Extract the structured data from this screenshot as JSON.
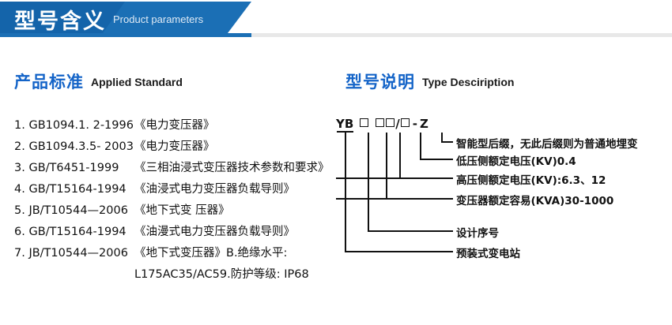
{
  "banner": {
    "title": "型号含义",
    "subtitle": "Product parameters",
    "accent_dark": "#1464aa",
    "accent_mid": "#1b6fb5"
  },
  "sections": {
    "left": {
      "cn": "产品标准",
      "en": "Applied Standard"
    },
    "right": {
      "cn": "型号说明",
      "en": "Type Desciription"
    }
  },
  "standards": {
    "items": [
      {
        "index": "1.",
        "code": "GB1094.1. 2-1996",
        "name": "《电力变压器》"
      },
      {
        "index": "2.",
        "code": "GB1094.3.5- 2003",
        "name": "《电力变压器》"
      },
      {
        "index": "3.",
        "code": "GB/T6451-1999",
        "name": "《三相油浸式变压器技术参数和要求》"
      },
      {
        "index": "4.",
        "code": "GB/T15164-1994",
        "name": "《油浸式电力变压器负载导则》"
      },
      {
        "index": "5.",
        "code": "JB/T10544—2006",
        "name": "《地下式变 压器》"
      },
      {
        "index": "6.",
        "code": "GB/T15164-1994",
        "name": "《油漫式电力变压器负载导则》"
      },
      {
        "index": "7.",
        "code": "JB/T10544—2006",
        "name": "《地下式变压器》B.绝缘水平:"
      }
    ],
    "continuation": "L175AC35/AC59.防护等级: IP68"
  },
  "typecode": {
    "prefix": "YB",
    "separator": "/",
    "dash": "-",
    "suffix": "Z",
    "labels": [
      {
        "id": "intelligent-suffix",
        "text": "智能型后缀，无此后缀则为普通地埋变"
      },
      {
        "id": "lv-rated-voltage",
        "text": "低压侧额定电压(KV)0.4"
      },
      {
        "id": "hv-rated-voltage",
        "text": "高压侧额定电压(KV):6.3、12"
      },
      {
        "id": "rated-capacity",
        "text": "变压器额定容易(KVA)30-1000"
      },
      {
        "id": "design-serial",
        "text": "设计序号"
      },
      {
        "id": "prefab-substation",
        "text": "预装式变电站"
      }
    ]
  }
}
